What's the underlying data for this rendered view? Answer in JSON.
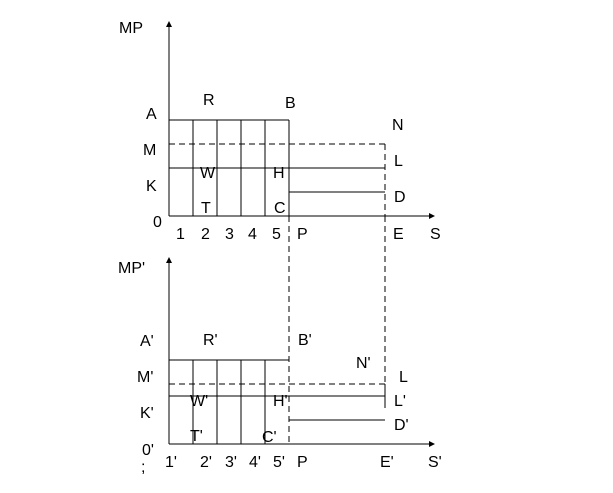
{
  "top": {
    "axis_y": "MP",
    "axis_x": "S",
    "y_labels": {
      "a": "A",
      "m": "M",
      "k": "K",
      "origin": "0"
    },
    "x_ticks": [
      "1",
      "2",
      "3",
      "4",
      "5"
    ],
    "x_p": "P",
    "x_e": "E",
    "points": {
      "r": "R",
      "b": "B",
      "n": "N",
      "l": "L",
      "w": "W",
      "h": "H",
      "d": "D",
      "t": "T",
      "c": "C"
    }
  },
  "bottom": {
    "axis_y": "MP'",
    "axis_x": "S'",
    "y_labels": {
      "a": "A'",
      "m": "M'",
      "k": "K'",
      "origin": "0'",
      "extra": ";"
    },
    "x_ticks": [
      "1'",
      "2'",
      "3'",
      "4'",
      "5'"
    ],
    "x_p": "P",
    "x_e": "E'",
    "points": {
      "r": "R'",
      "b": "B'",
      "n": "N'",
      "l": "L",
      "l2": "L'",
      "w": "W'",
      "h": "H'",
      "d": "D'",
      "t": "T'",
      "c": "C'"
    }
  },
  "colors": {
    "ink": "#000000",
    "background": "#ffffff"
  }
}
